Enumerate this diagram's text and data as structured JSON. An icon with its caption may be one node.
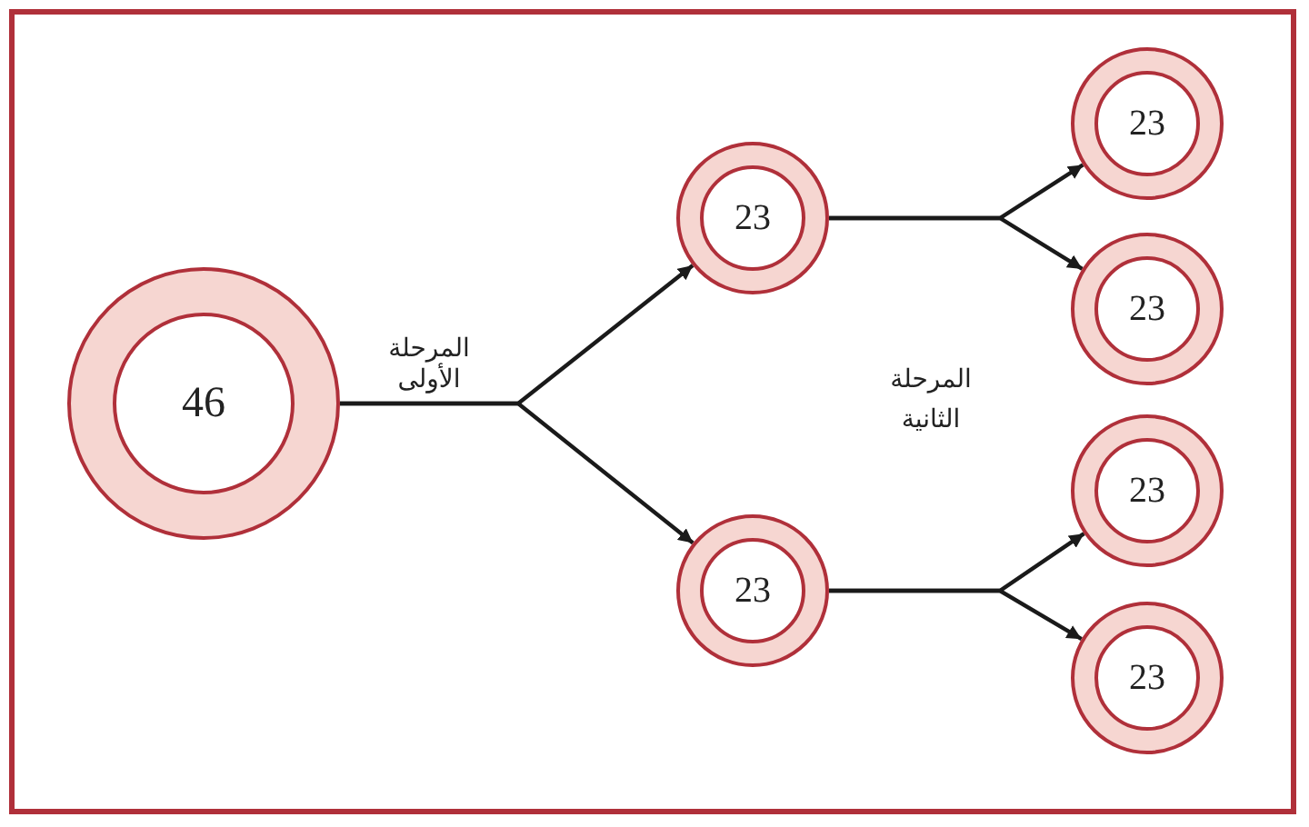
{
  "diagram": {
    "nodes": [
      {
        "text": [
          "46"
        ]
      },
      {
        "text": [
          "23"
        ]
      },
      {
        "text": [
          "23"
        ]
      },
      {
        "text": [
          "23"
        ]
      },
      {
        "text": [
          "23"
        ]
      },
      {
        "text": [
          "23"
        ]
      },
      {
        "text": [
          "23"
        ]
      }
    ],
    "edges": [
      {
        "from": 0,
        "to": 1,
        "arrow": "to",
        "label": "المرحلة الأولى"
      },
      {
        "from": 0,
        "to": 2,
        "arrow": "to"
      },
      {
        "from": 1,
        "to": 3,
        "arrow": "to"
      },
      {
        "from": 1,
        "to": 4,
        "arrow": "to"
      },
      {
        "from": 2,
        "to": 5,
        "arrow": "to"
      },
      {
        "from": 2,
        "to": 6,
        "arrow": "to"
      }
    ],
    "labels": [
      "المرحلة الثانية"
    ]
  }
}
